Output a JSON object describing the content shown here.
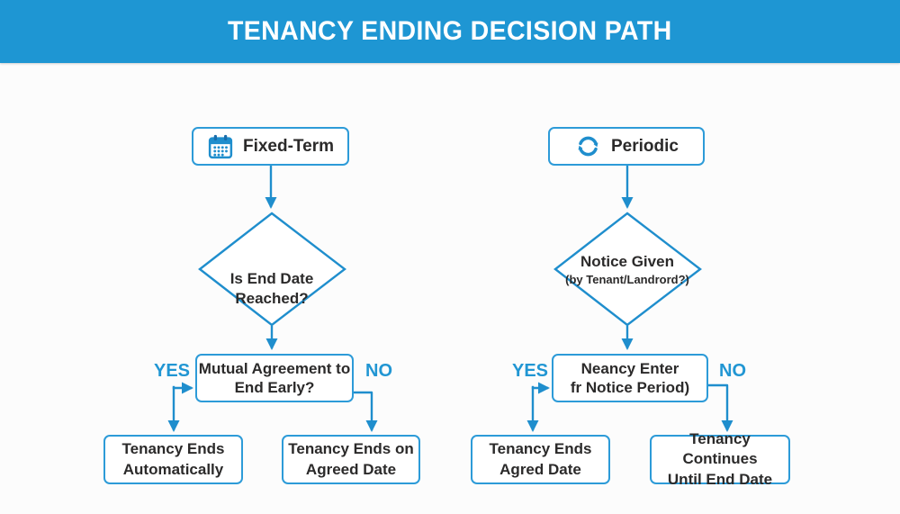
{
  "header": {
    "title": "TENANCY ENDING DECISION PATH"
  },
  "colors": {
    "banner": "#1e96d3",
    "line": "#1f8ecd",
    "border": "#2d9bd8",
    "label": "#2196d3",
    "text": "#2b2a2a"
  },
  "left_flow": {
    "start": {
      "label": "Fixed-Term",
      "icon": "calendar-icon"
    },
    "decision": {
      "question": "Is End Date\nReached?"
    },
    "followup": {
      "question": "Mutual Agreement to\nEnd Early?"
    },
    "yes_label": "YES",
    "no_label": "NO",
    "yes_outcome": "Tenancy Ends\nAutomatically",
    "no_outcome": "Tenancy Ends on\nAgreed Date"
  },
  "right_flow": {
    "start": {
      "label": "Periodic",
      "icon": "refresh-icon"
    },
    "decision": {
      "question": "Notice Given",
      "subtext": "(by Tenant/Landrord?)"
    },
    "followup": {
      "question": "Neancy Enter\nfr Notice Period)"
    },
    "yes_label": "YES",
    "no_label": "NO",
    "yes_outcome": "Tenancy Ends\nAgred Date",
    "no_outcome": "Tenancy Continues\nUntil End Date"
  }
}
